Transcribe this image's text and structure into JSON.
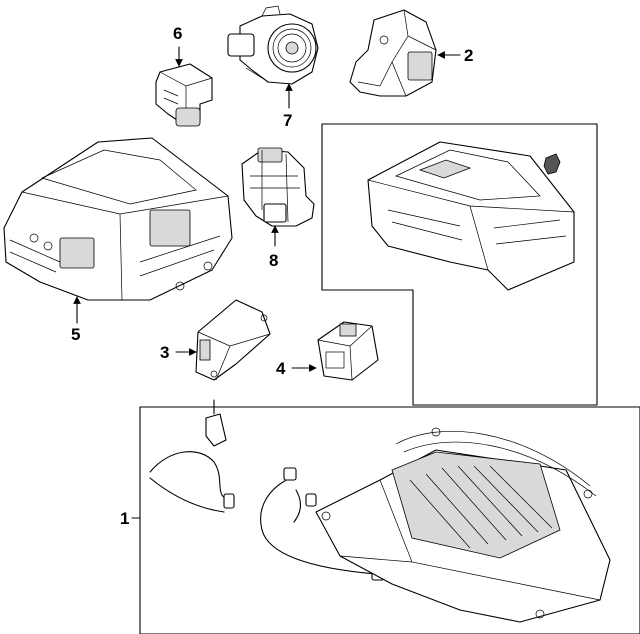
{
  "callouts": {
    "c1": "1",
    "c2": "2",
    "c3": "3",
    "c4": "4",
    "c5": "5",
    "c6": "6",
    "c7": "7",
    "c8": "8"
  },
  "colors": {
    "line": "#000000",
    "background": "#ffffff",
    "shade": "#d9d9d9"
  }
}
